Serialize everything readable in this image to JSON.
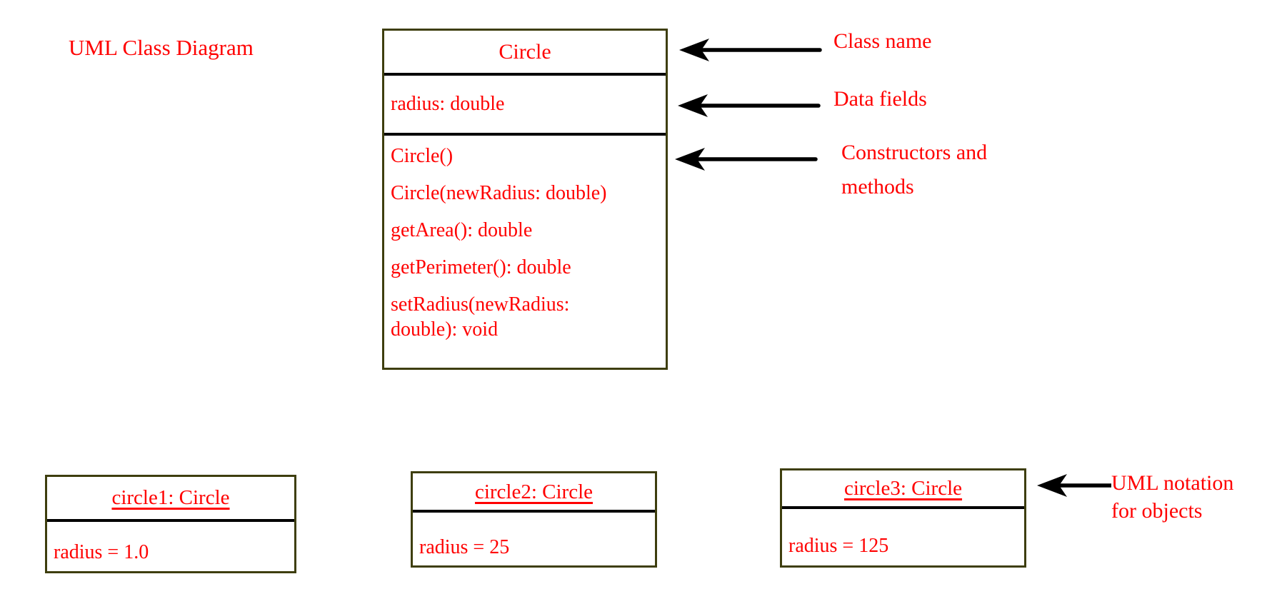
{
  "title": "UML Class Diagram",
  "colors": {
    "text_red": "#ff0000",
    "box_border_olive": "#3e3e0e",
    "divider_black": "#000000",
    "background": "#ffffff"
  },
  "class_box": {
    "name": "Circle",
    "fields": [
      "radius: double"
    ],
    "methods": [
      "Circle()",
      "Circle(newRadius: double)",
      "getArea(): double",
      "getPerimeter(): double",
      "setRadius(newRadius: double): void"
    ]
  },
  "annotations": {
    "class_name": "Class name",
    "data_fields": "Data fields",
    "constructors_methods_line1": "Constructors and",
    "constructors_methods_line2": "methods",
    "uml_notation_line1": "UML notation",
    "uml_notation_line2": "for objects"
  },
  "objects": [
    {
      "title": "circle1: Circle",
      "value": "radius = 1.0"
    },
    {
      "title": "circle2: Circle",
      "value": "radius = 25"
    },
    {
      "title": "circle3: Circle",
      "value": "radius = 125"
    }
  ]
}
